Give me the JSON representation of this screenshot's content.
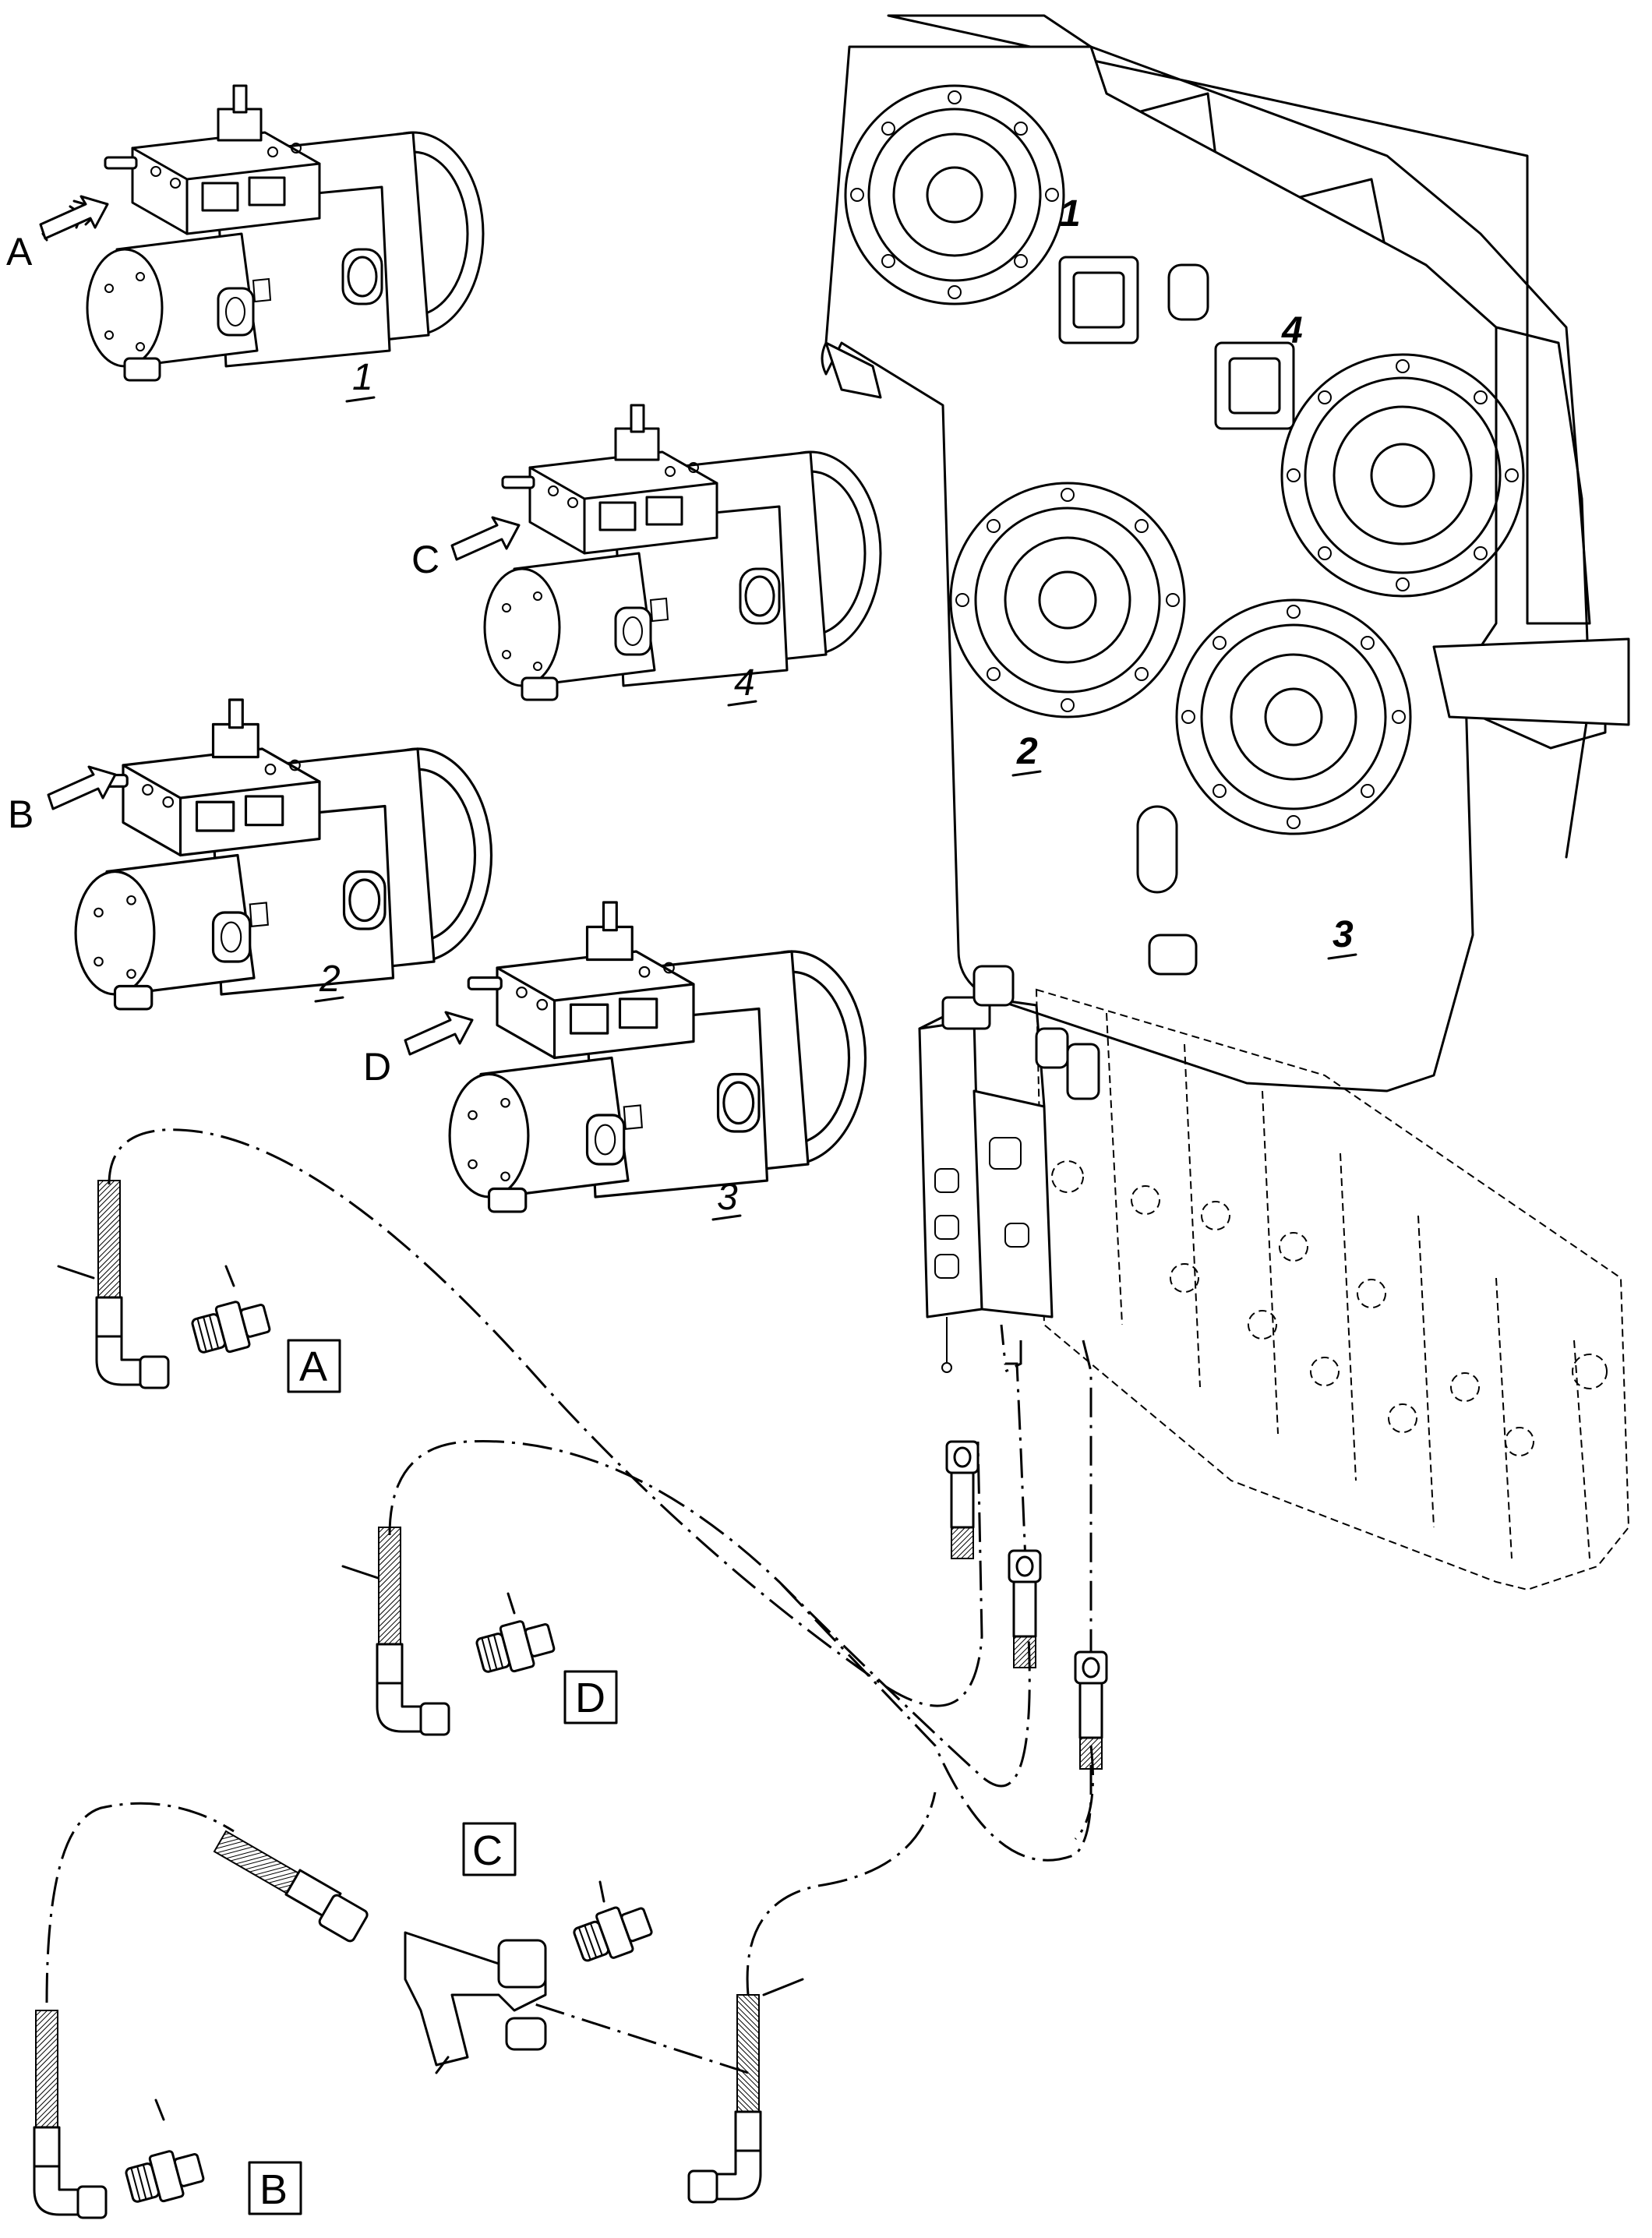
{
  "pump_views": [
    {
      "arrow_label": "A",
      "part_number": "1"
    },
    {
      "arrow_label": "C",
      "part_number": "4"
    },
    {
      "arrow_label": "B",
      "part_number": "2"
    },
    {
      "arrow_label": "D",
      "part_number": "3"
    }
  ],
  "gearbox_ports": [
    "1",
    "4",
    "2",
    "3"
  ],
  "hose_detail_labels": [
    "A",
    "D",
    "C",
    "B"
  ]
}
